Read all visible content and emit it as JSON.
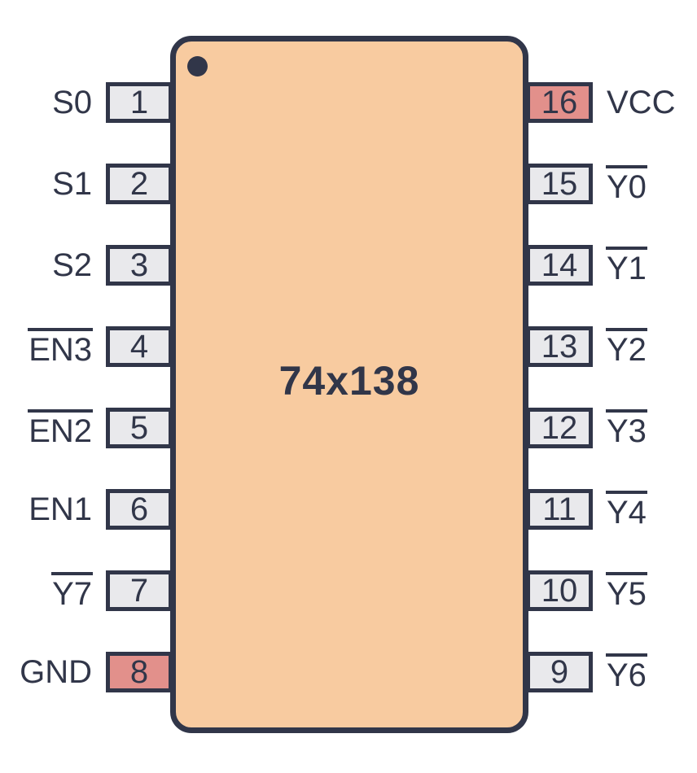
{
  "chip": {
    "title": "74x138"
  },
  "colors": {
    "outline": "#313649",
    "chip_fill": "#f8cba0",
    "pin_fill": "#e9e9ec",
    "power_pin_fill": "#e2908b",
    "background": "#ffffff"
  },
  "left_pins": [
    {
      "num": "1",
      "label": "S0",
      "overline": false,
      "power": false
    },
    {
      "num": "2",
      "label": "S1",
      "overline": false,
      "power": false
    },
    {
      "num": "3",
      "label": "S2",
      "overline": false,
      "power": false
    },
    {
      "num": "4",
      "label": "EN3",
      "overline": true,
      "power": false
    },
    {
      "num": "5",
      "label": "EN2",
      "overline": true,
      "power": false
    },
    {
      "num": "6",
      "label": "EN1",
      "overline": false,
      "power": false
    },
    {
      "num": "7",
      "label": "Y7",
      "overline": true,
      "power": false
    },
    {
      "num": "8",
      "label": "GND",
      "overline": false,
      "power": true
    }
  ],
  "right_pins": [
    {
      "num": "16",
      "label": "VCC",
      "overline": false,
      "power": true
    },
    {
      "num": "15",
      "label": "Y0",
      "overline": true,
      "power": false
    },
    {
      "num": "14",
      "label": "Y1",
      "overline": true,
      "power": false
    },
    {
      "num": "13",
      "label": "Y2",
      "overline": true,
      "power": false
    },
    {
      "num": "12",
      "label": "Y3",
      "overline": true,
      "power": false
    },
    {
      "num": "11",
      "label": "Y4",
      "overline": true,
      "power": false
    },
    {
      "num": "10",
      "label": "Y5",
      "overline": true,
      "power": false
    },
    {
      "num": "9",
      "label": "Y6",
      "overline": true,
      "power": false
    }
  ]
}
